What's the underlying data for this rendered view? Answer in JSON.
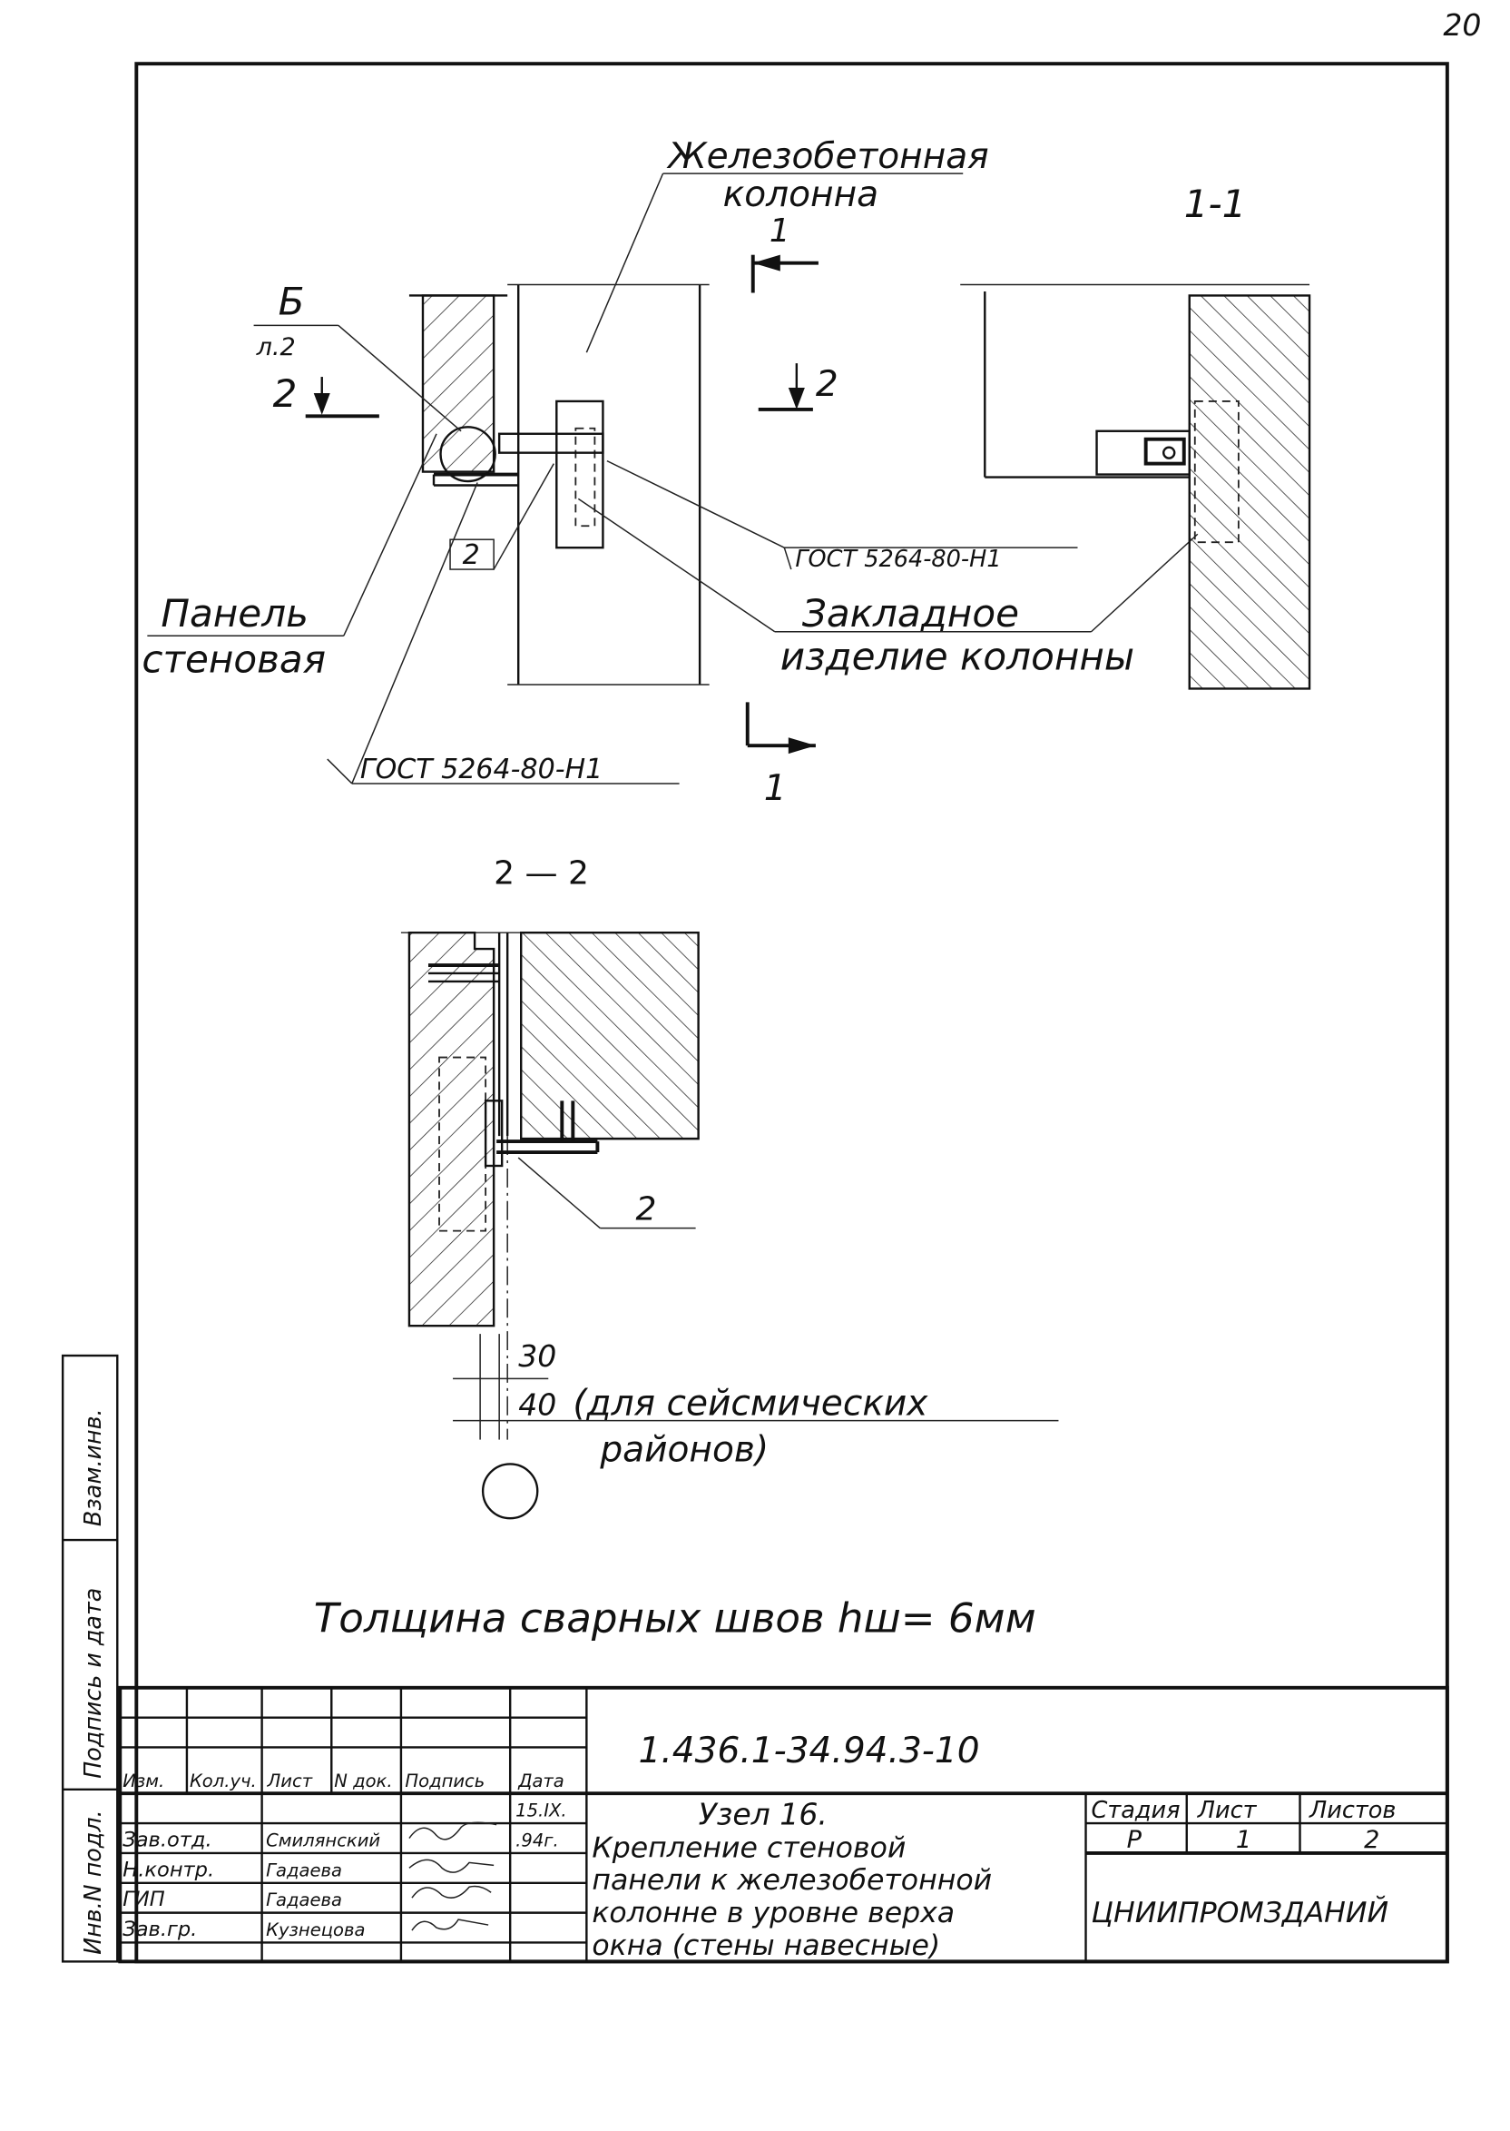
{
  "sheet_number": "20",
  "plan": {
    "column_label_1": "Железобетонная",
    "column_label_2": "колонна",
    "section_1_mark": "1",
    "section_1_mark_bottom": "1",
    "section_2_mark_left": "2",
    "section_2_mark_right": "2",
    "detail_mark": "Б",
    "detail_sheet": "л.2",
    "weld_leader_mark": "2",
    "gost_upper": "ГОСТ 5264-80-Н1",
    "gost_lower": "ГОСТ 5264-80-Н1",
    "panel_label_1": "Панель",
    "panel_label_2": "стеновая",
    "embedded_label_1": "Закладное",
    "embedded_label_2": "изделие колонны"
  },
  "section_1_1": {
    "title": "1-1"
  },
  "section_2_2": {
    "title": "2 — 2",
    "weld_mark": "2",
    "dim_30": "30",
    "dim_40": "40",
    "seismic_note_1": "(для сейсмических",
    "seismic_note_2": "районов)"
  },
  "weld_note": "Толщина сварных швов hш= 6мм",
  "side_stamp": {
    "cell_1": "Взам.инв.",
    "cell_2": "Подпись и дата",
    "cell_3": "Инв.N подл."
  },
  "title_block": {
    "document_code": "1.436.1-34.94.3-10",
    "columns": [
      "Изм.",
      "Кол.уч.",
      "Лист",
      "N док.",
      "Подпись",
      "Дата"
    ],
    "date_top": "15.IX.",
    "date_bottom": ".94г.",
    "title_lines": [
      "Узел 16.",
      "Крепление стеновой",
      "панели к железобетонной",
      "колонне в уровне верха",
      "окна (стены навесные)"
    ],
    "people": [
      {
        "role": "Зав.отд.",
        "name": "Смилянский"
      },
      {
        "role": "Н.контр.",
        "name": "Гадаева"
      },
      {
        "role": "ГИП",
        "name": "Гадаева"
      },
      {
        "role": "Зав.гр.",
        "name": "Кузнецова"
      }
    ],
    "stage_header": "Стадия",
    "sheet_header": "Лист",
    "sheets_header": "Листов",
    "stage_value": "Р",
    "sheet_value": "1",
    "sheets_value": "2",
    "organization": "ЦНИИПРОМЗДАНИЙ"
  }
}
